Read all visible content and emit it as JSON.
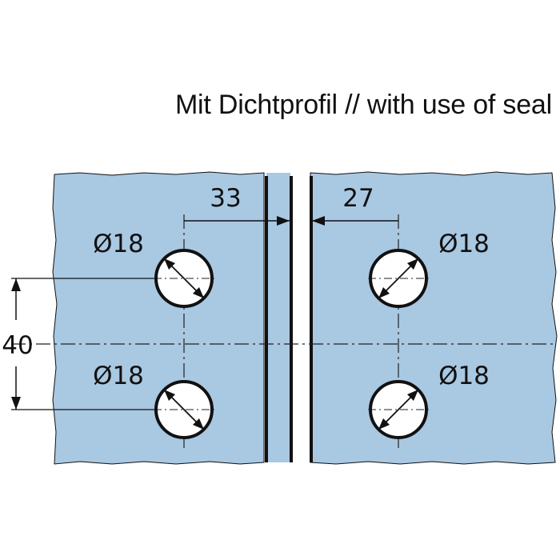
{
  "title": "Mit Dichtprofil // with use of seal",
  "dimensions": {
    "left_offset": "33",
    "right_offset": "27",
    "hole_spacing": "40",
    "hole_diameter_top_left": "Ø18",
    "hole_diameter_top_right": "Ø18",
    "hole_diameter_bottom_left": "Ø18",
    "hole_diameter_bottom_right": "Ø18"
  },
  "colors": {
    "glass": "#a9c8e2",
    "line": "#111111",
    "hole_fill": "#ffffff"
  }
}
